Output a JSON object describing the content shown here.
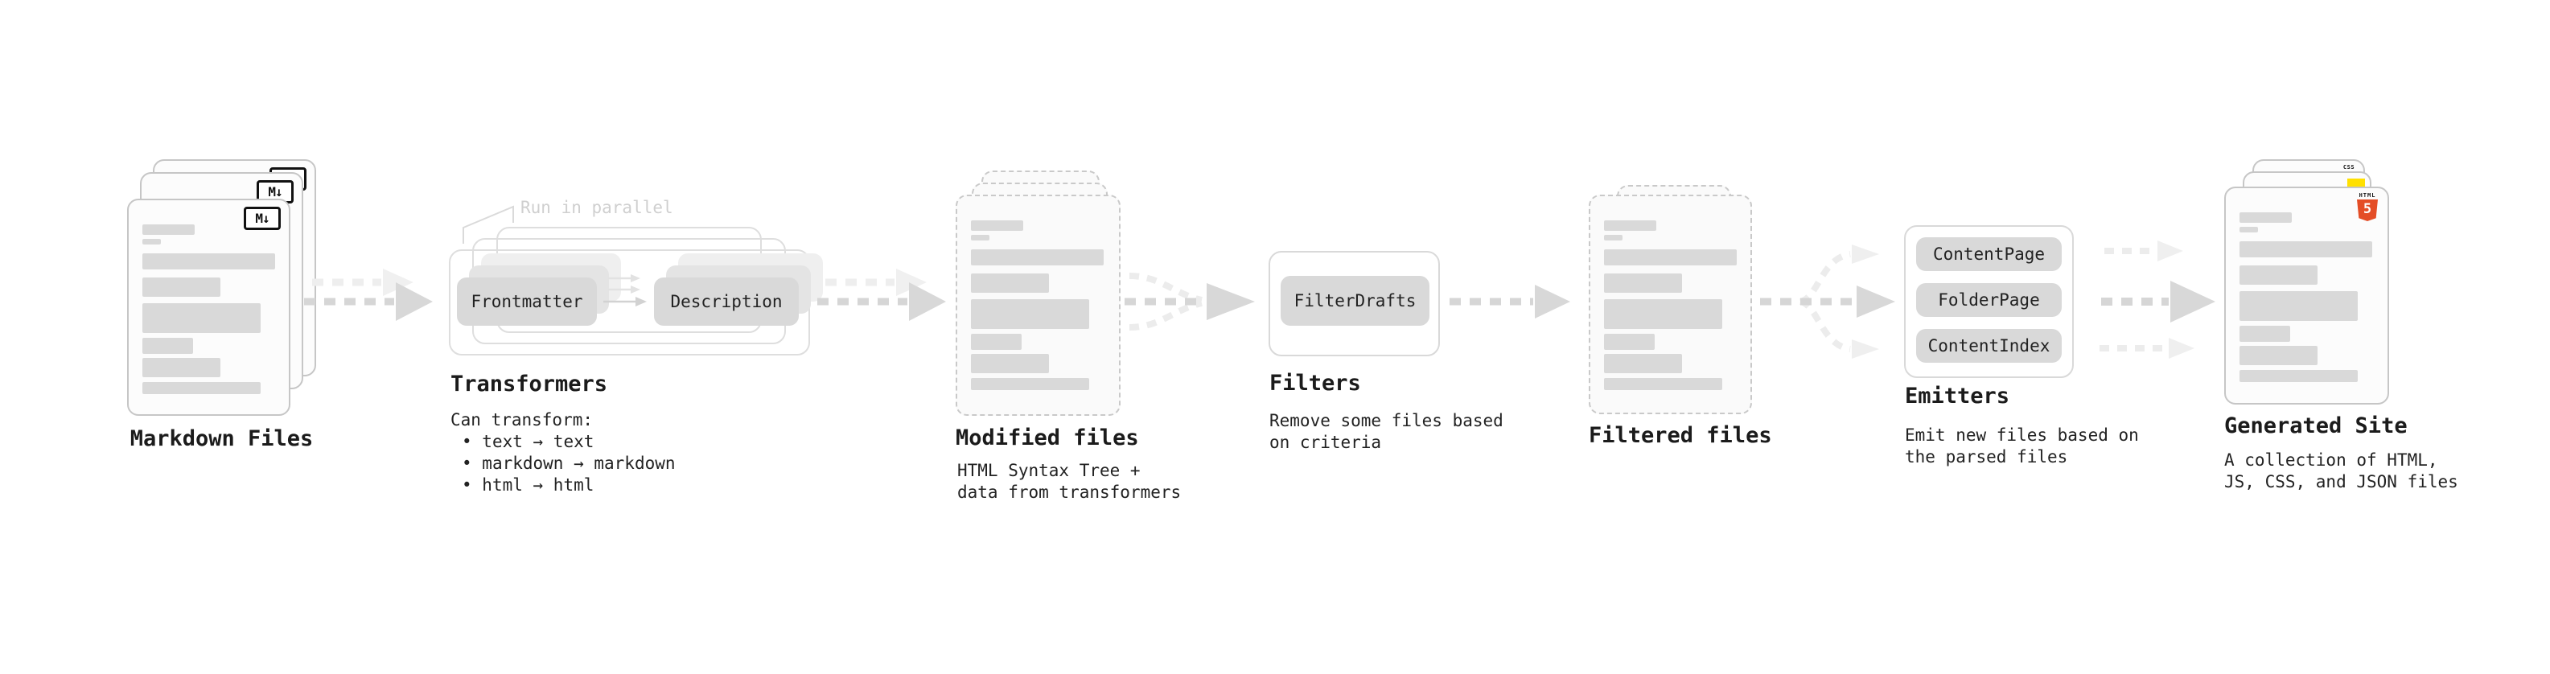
{
  "stages": {
    "markdown_files": {
      "label": "Markdown Files",
      "badge": "M↓"
    },
    "transformers": {
      "label": "Transformers",
      "annotation": "Run in parallel",
      "nodes": [
        "Frontmatter",
        "Description"
      ],
      "desc_title": "Can transform:",
      "bullets": [
        "text → text",
        "markdown → markdown",
        "html → html"
      ]
    },
    "modified_files": {
      "label": "Modified files",
      "desc": [
        "HTML Syntax Tree +",
        "data from transformers"
      ]
    },
    "filters": {
      "label": "Filters",
      "nodes": [
        "FilterDrafts"
      ],
      "desc": [
        "Remove some files based",
        "on criteria"
      ]
    },
    "filtered_files": {
      "label": "Filtered files"
    },
    "emitters": {
      "label": "Emitters",
      "nodes": [
        "ContentPage",
        "FolderPage",
        "ContentIndex"
      ],
      "desc": [
        "Emit new files based on",
        "the parsed files"
      ]
    },
    "generated_site": {
      "label": "Generated Site",
      "desc": [
        "A collection of HTML,",
        "JS, CSS, and JSON files"
      ],
      "badges": {
        "css": "CSS",
        "html_word": "HTML",
        "html_num": "5"
      }
    }
  },
  "colors": {
    "html5_orange": "#e44d26",
    "js_yellow": "#ffe000",
    "css_blue": "#2965f1",
    "node_gray": "#d9d9d9",
    "arrow_gray": "#d6d6d6",
    "arrow_light": "#ededed",
    "text": "#1b1b1b",
    "muted": "#cfcfcf"
  }
}
